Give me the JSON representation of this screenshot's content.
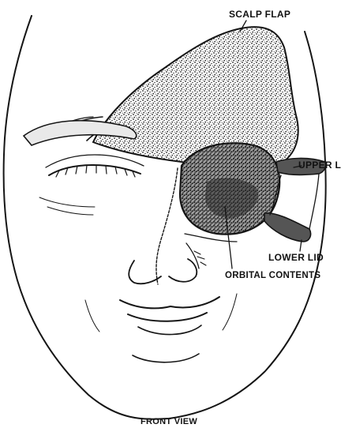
{
  "labels": {
    "scalp_flap": "SCALP FLAP",
    "upper_lid": "UPPER LID",
    "lower_lid": "LOWER LID",
    "orbital_contents": "ORBITAL CONTENTS",
    "view_caption": "FRONT VIEW"
  },
  "colors": {
    "ink": "#151515",
    "background": "#ffffff"
  }
}
